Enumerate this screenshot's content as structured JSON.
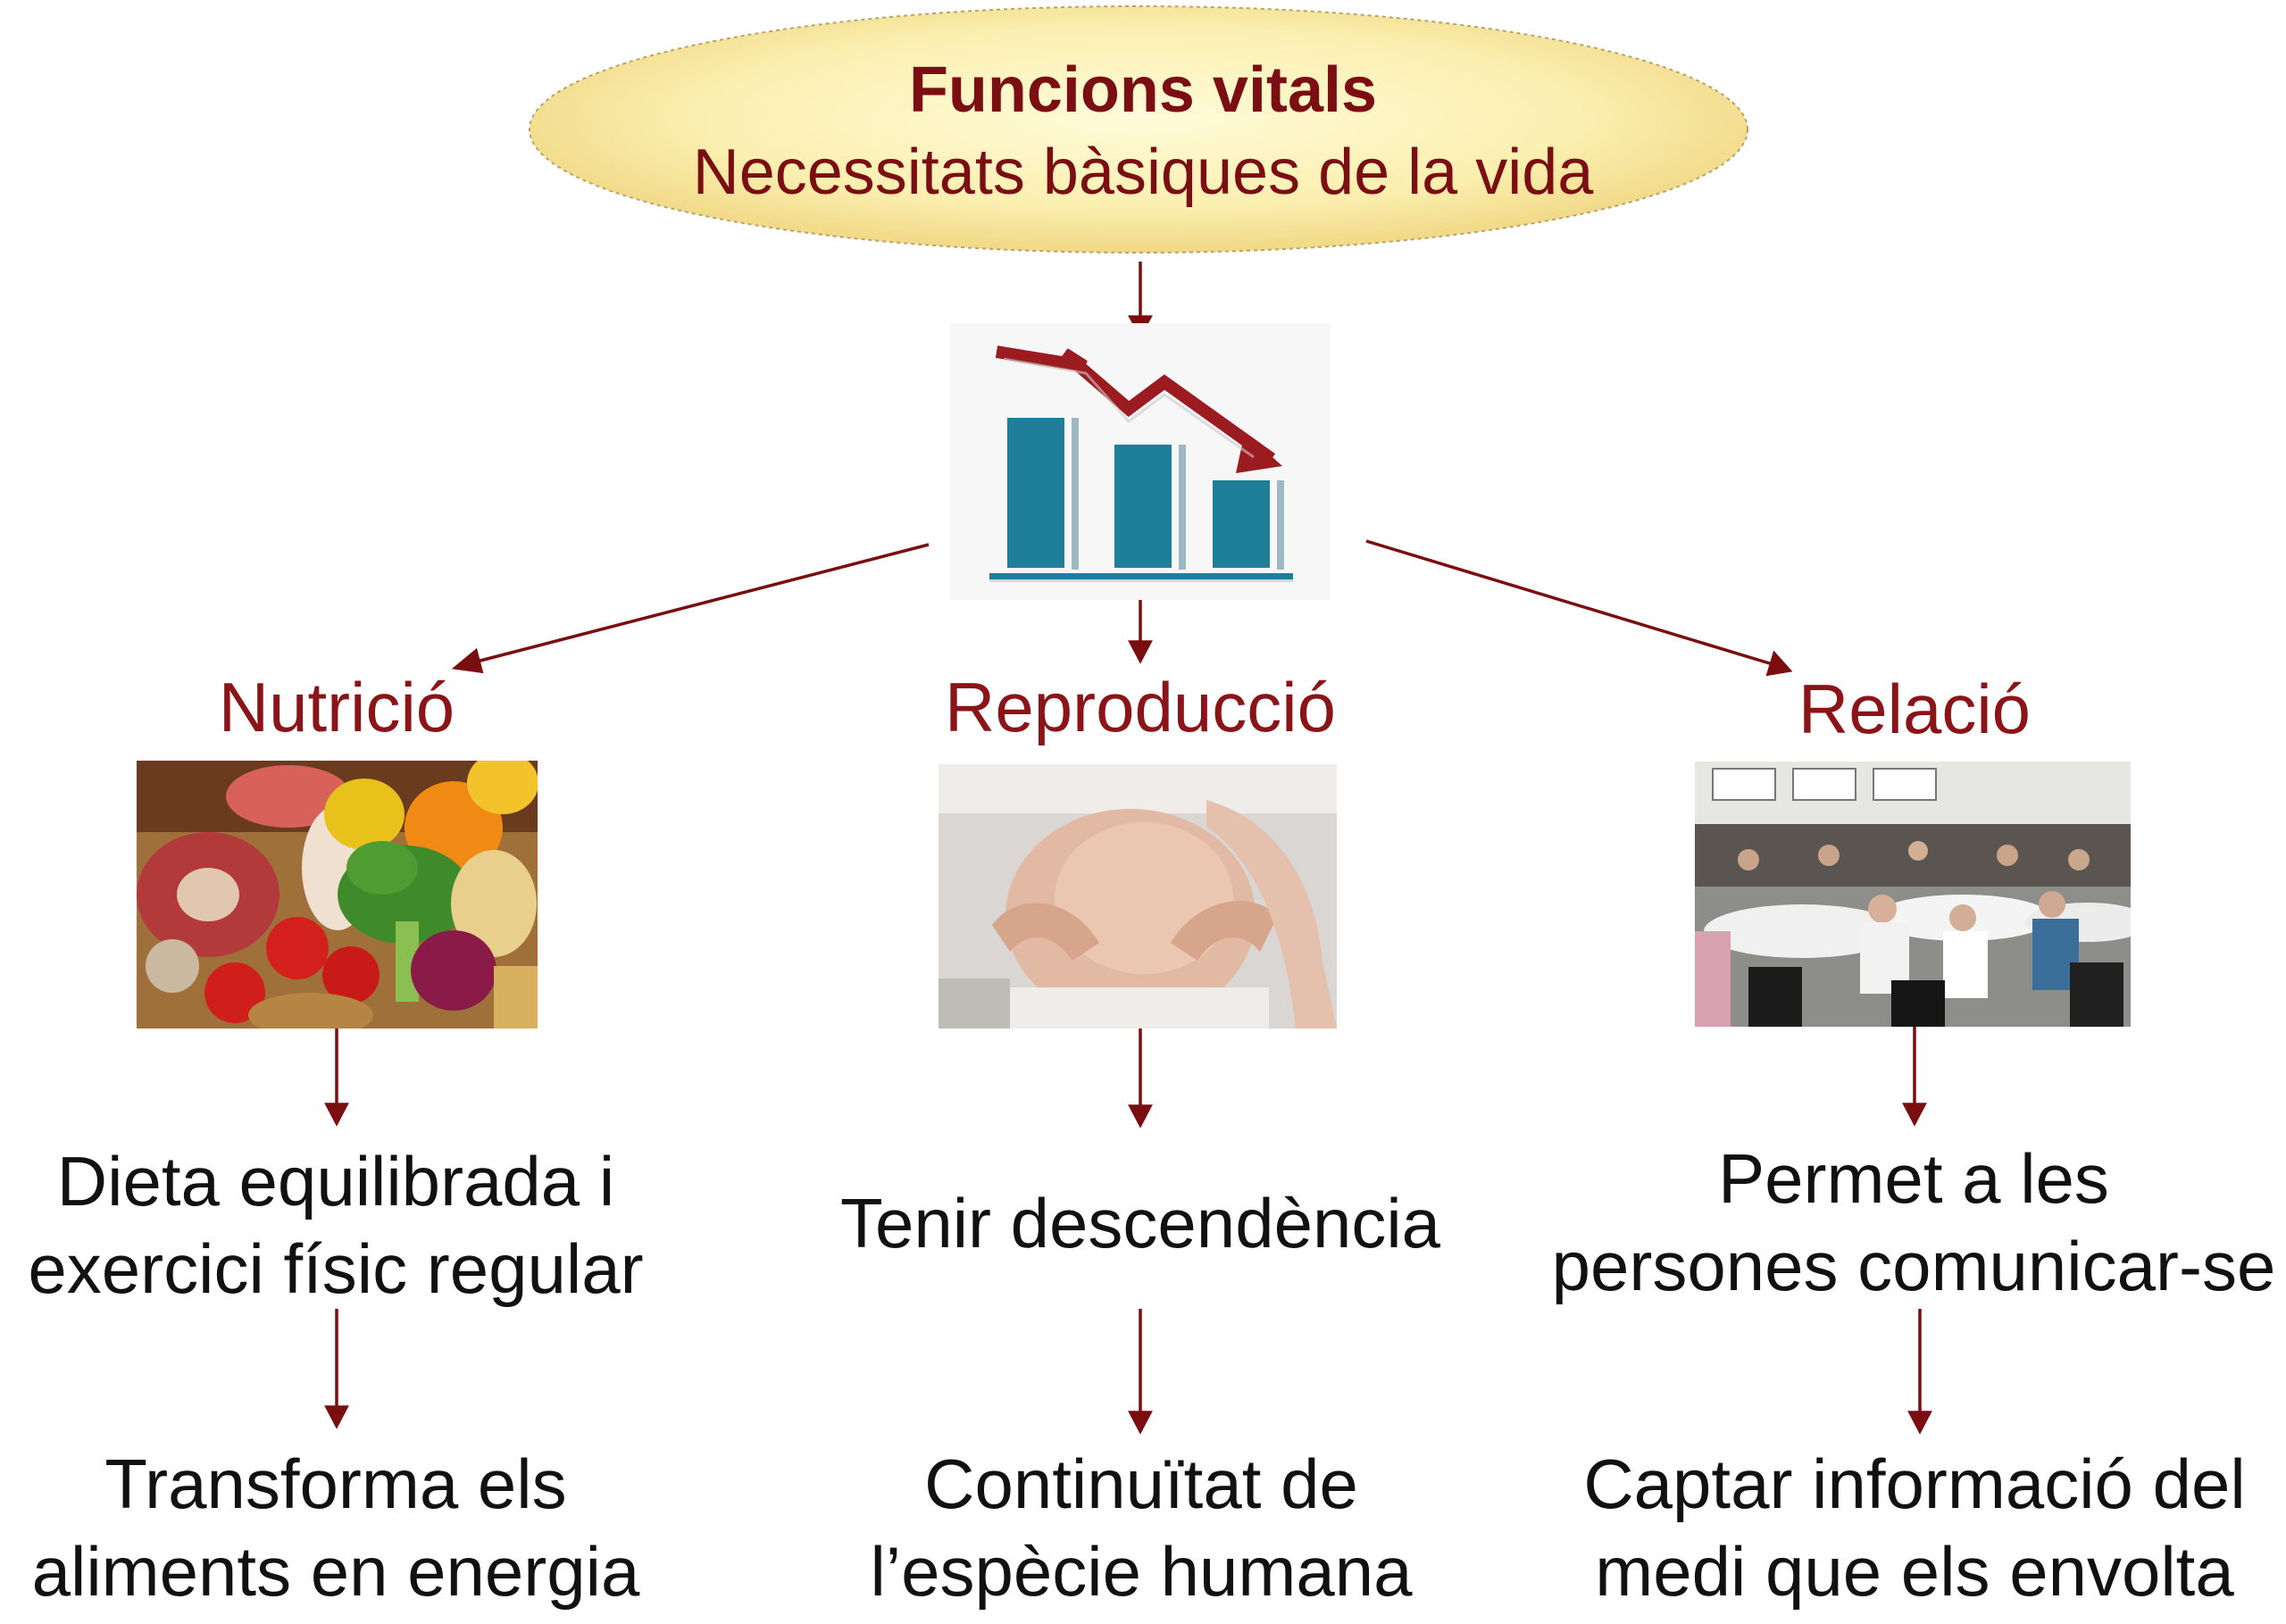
{
  "header": {
    "title": "Funcions vitals",
    "subtitle": "Necessitats bàsiques de la vida"
  },
  "colors": {
    "accent": "#7b0e12",
    "arrow": "#7a0d10",
    "ellipse_center": "#fff9cc",
    "ellipse_edge": "#f0d77a",
    "bar": "#1f7f99",
    "trend_arrow": "#9b1b20"
  },
  "icons": {
    "center": "declining-bar-chart-icon"
  },
  "branches": [
    {
      "id": "nutricio",
      "heading": "Nutrició",
      "photo": "food-photo",
      "line1": [
        "Dieta equilibrada i",
        "exercici físic regular"
      ],
      "line2": [
        "Transforma els",
        "aliments en energia"
      ]
    },
    {
      "id": "reproduccio",
      "heading": "Reproducció",
      "photo": "pregnancy-photo",
      "line1": [
        "Tenir descendència"
      ],
      "line2": [
        "Continuïtat de",
        "l’espècie humana"
      ]
    },
    {
      "id": "relacio",
      "heading": "Relació",
      "photo": "people-gathering-photo",
      "line1": [
        "Permet a les",
        "persones comunicar-se"
      ],
      "line2": [
        "Captar informació del",
        "medi que els envolta"
      ]
    }
  ]
}
